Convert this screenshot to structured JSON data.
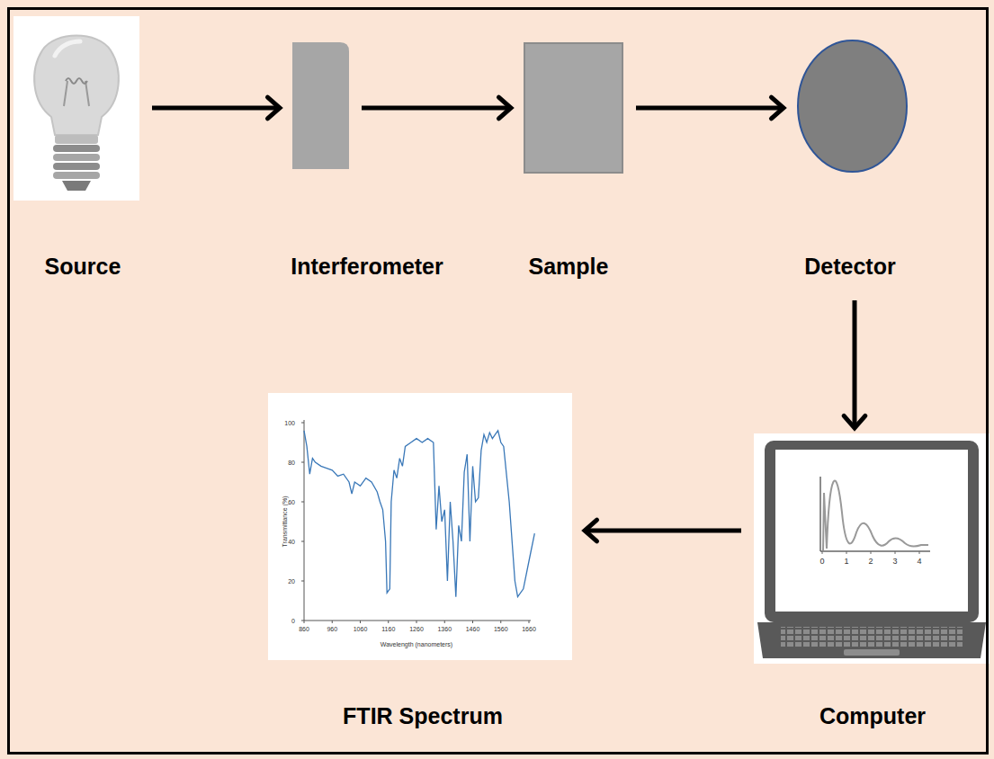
{
  "diagram": {
    "nodes": [
      {
        "text": [
          "Source"
        ]
      },
      {
        "text": [
          "Interferometer"
        ]
      },
      {
        "text": [
          "Sample"
        ]
      },
      {
        "text": [
          "Detector"
        ]
      },
      {
        "text": [
          "Computer"
        ]
      },
      {
        "text": [
          "FTIR Spectrum"
        ]
      }
    ],
    "edges": [
      {
        "from": 0,
        "to": 1,
        "arrow": "to"
      },
      {
        "from": 1,
        "to": 2,
        "arrow": "to"
      },
      {
        "from": 2,
        "to": 3,
        "arrow": "to"
      },
      {
        "from": 3,
        "to": 4,
        "arrow": "to"
      },
      {
        "from": 4,
        "to": 5,
        "arrow": "to"
      }
    ],
    "labels": [
      "100",
      "80",
      "60",
      "40",
      "20",
      "0",
      "860",
      "960",
      "1060",
      "1160",
      "1260",
      "1360",
      "1460",
      "1560",
      "1660",
      "Transmittance (%)",
      "Wavelength (nanometers)",
      "0",
      "1",
      "2",
      "3",
      "4"
    ]
  }
}
